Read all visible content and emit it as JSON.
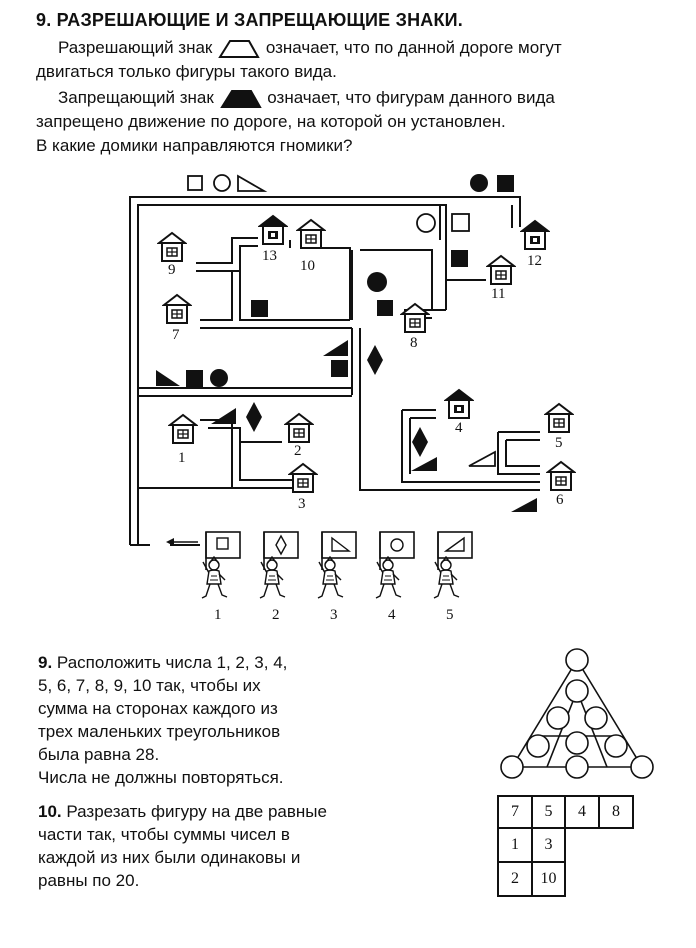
{
  "task9": {
    "number": "9.",
    "title": "РАЗРЕШАЮЩИЕ И ЗАПРЕЩАЮЩИЕ ЗНАКИ",
    "title_end": ".",
    "line1_a": "Разрешающий знак",
    "line1_b": "означает, что по данной дороге могут",
    "line2": "двигаться только фигуры такого вида.",
    "line3_a": "Запрещающий знак",
    "line3_b": "означает, что фигурам данного вида",
    "line4": "запрещено движение по дороге, на которой он установлен.",
    "line5": "В какие домики направляются гномики?"
  },
  "houses": [
    "1",
    "2",
    "3",
    "4",
    "5",
    "6",
    "7",
    "8",
    "9",
    "10",
    "11",
    "12",
    "13"
  ],
  "gnomes": [
    "1",
    "2",
    "3",
    "4",
    "5"
  ],
  "puzzle9": {
    "number": "9.",
    "lines": [
      "Расположить числа 1, 2, 3, 4,",
      "5, 6, 7, 8, 9, 10 так, чтобы их",
      "сумма на сторонах каждого из",
      "трех маленьких треугольников",
      "была равна 28.",
      "Числа не должны повторяться."
    ]
  },
  "puzzle10": {
    "number": "10.",
    "lines": [
      "Разрезать фигуру на две равные",
      "части так, чтобы суммы чисел в",
      "каждой из них были одинаковы и",
      "равны по 20."
    ],
    "grid": {
      "row1": [
        "7",
        "5",
        "4",
        "8"
      ],
      "row2": [
        "1",
        "3"
      ],
      "row3": [
        "2",
        "10"
      ]
    }
  }
}
